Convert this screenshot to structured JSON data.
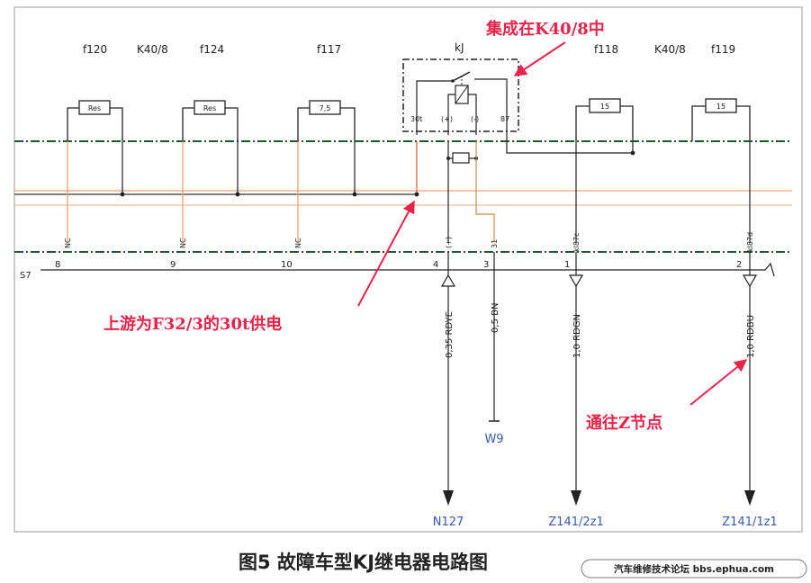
{
  "fuses": {
    "f120": "f120",
    "k40_left": "K40/8",
    "f124": "f124",
    "f117": "f117",
    "kj": "kJ",
    "f118": "f118",
    "k40_right": "K40/8",
    "f119": "f119"
  },
  "fuse_values": {
    "f120": "Res",
    "f124": "Res",
    "f117": "7,5",
    "f118": "15",
    "f119": "15"
  },
  "relay_pins": {
    "p30t": "30t",
    "plus": "(+)",
    "minus": "(-)",
    "p87": "87"
  },
  "connector_marks": {
    "nc1": "NC",
    "nc2": "NC",
    "nc3": "NC",
    "plus": "(+)",
    "p31": "31",
    "kl87c": "kl87c",
    "kl87d": "kl87d"
  },
  "connector": {
    "name": "S7",
    "pins": [
      "8",
      "9",
      "10",
      "4",
      "3",
      "1",
      "2"
    ]
  },
  "wires": {
    "w4": "0,35 RDYE",
    "w3": "0,5 BN",
    "w1": "1,0 RDGN",
    "w2": "1,0 RDBU"
  },
  "destinations": {
    "n127": "N127",
    "w9": "W9",
    "z141_2": "Z141/2z1",
    "z141_1": "Z141/1z1"
  },
  "annotations": {
    "integrated": "集成在K40/8中",
    "upstream": "上游为F32/3的30t供电",
    "to_z": "通往Z节点"
  },
  "caption": "图5 故障车型KJ继电器电路图",
  "watermark": "汽车维修技术论坛 bbs.ephua.com",
  "colors": {
    "orange_wire": "#f0a070",
    "dark_wire": "#222222",
    "green_bus": "#225533",
    "annotation": "#e8244a",
    "label_blue": "#3a5aa8"
  }
}
